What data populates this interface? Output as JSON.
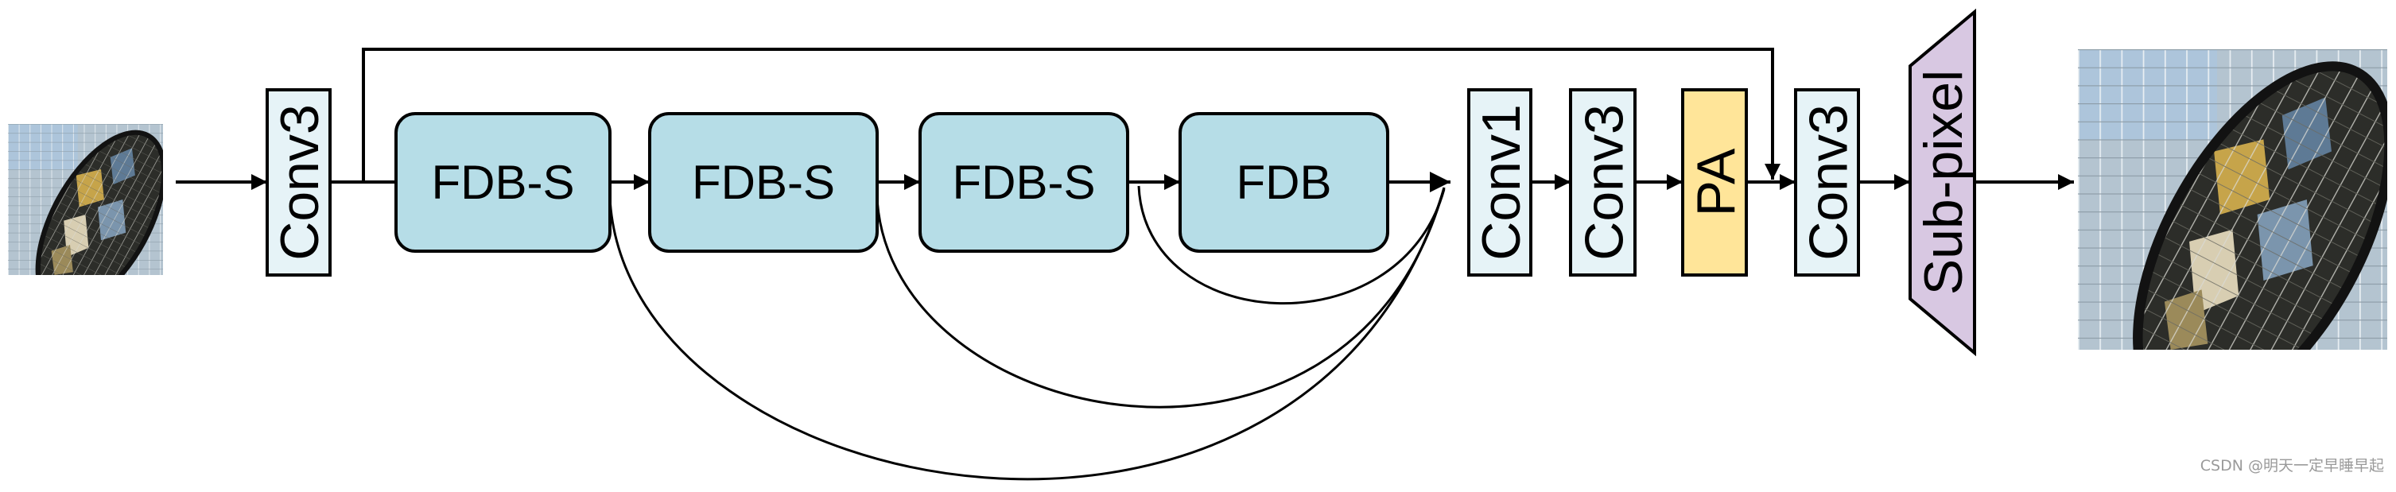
{
  "blocks": {
    "conv_in": "Conv3",
    "fdb_s_1": "FDB-S",
    "fdb_s_2": "FDB-S",
    "fdb_s_3": "FDB-S",
    "fdb": "FDB",
    "conv1": "Conv1",
    "conv3_mid": "Conv3",
    "pa": "PA",
    "conv3_out": "Conv3",
    "subpixel": "Sub-pixel"
  },
  "colors": {
    "conv_fill": "#e6f3f7",
    "fdb_fill": "#b6dde7",
    "pa_fill": "#ffe599",
    "subpixel_fill": "#d8c8e2"
  },
  "watermark": "CSDN @明天一定早睡早起"
}
